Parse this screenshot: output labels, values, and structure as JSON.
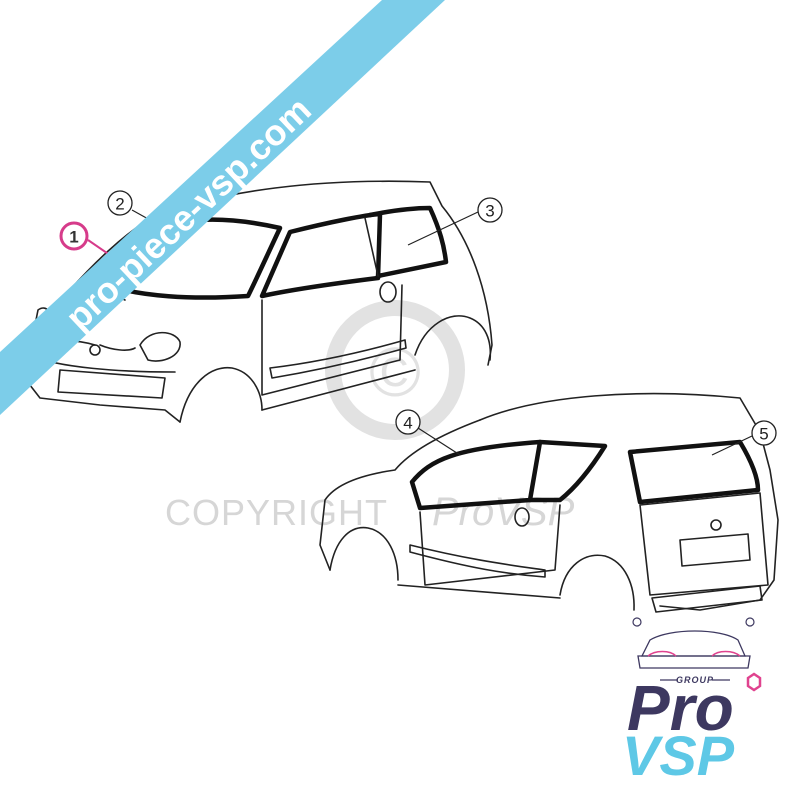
{
  "banner": {
    "text": "pro-piece-vsp.com",
    "color": "#7ccde9"
  },
  "watermark": {
    "copyright_symbol": "©",
    "text": "COPYRIGHT",
    "script": "ProVSP"
  },
  "callouts": [
    {
      "label": "1",
      "highlighted": true,
      "color": "#d63b8a"
    },
    {
      "label": "2",
      "highlighted": false
    },
    {
      "label": "3",
      "highlighted": false
    },
    {
      "label": "4",
      "highlighted": false
    },
    {
      "label": "5",
      "highlighted": false
    }
  ],
  "logo": {
    "group": "GROUP",
    "pro": "Pro",
    "vsp": "VSP",
    "colors": {
      "dark": "#3d3860",
      "light": "#5ec8e6",
      "accent": "#e0438f"
    }
  }
}
